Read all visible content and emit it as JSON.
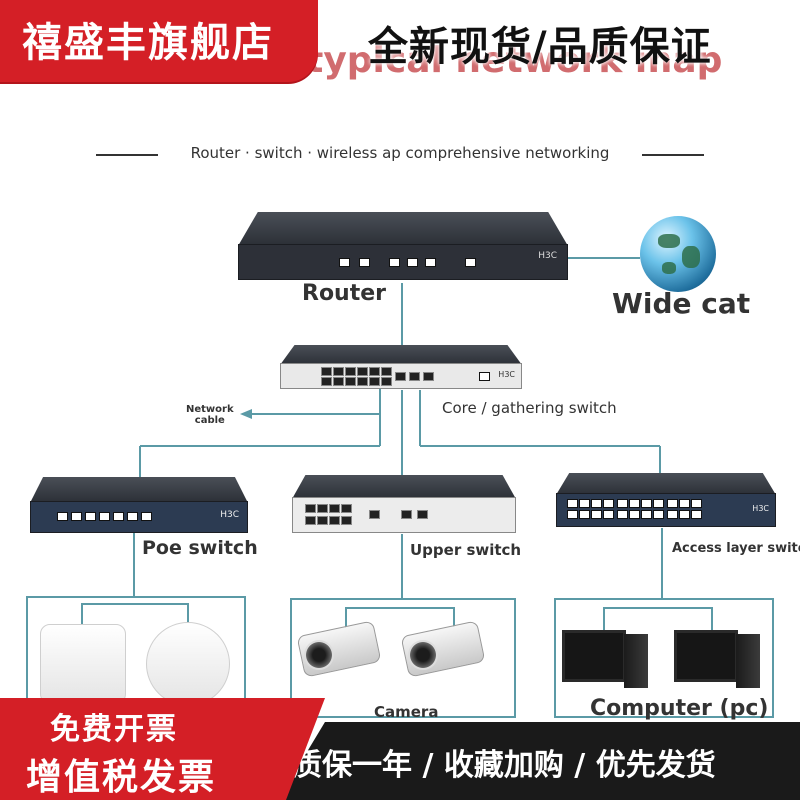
{
  "banner": {
    "store_name": "禧盛丰旗舰店",
    "slogan_top": "全新现货/品质保证",
    "ghost_title": "commercial typical network map"
  },
  "subtitle": "Router · switch · wireless ap comprehensive networking",
  "devices": {
    "router_label": "Router",
    "wan_label": "Wide cat",
    "core_label": "Core / gathering switch",
    "cable_label_1": "Network",
    "cable_label_2": "cable",
    "poe_label": "Poe switch",
    "upper_label": "Upper switch",
    "access_label": "Access layer switc",
    "camera_label": "Camera",
    "computer_label": "Computer (pc)",
    "brand": "H3C"
  },
  "footer": {
    "invoice_line1": "免费开票",
    "invoice_line2": "增值税发票",
    "slogan_bottom": "质保一年 / 收藏加购 / 优先发货"
  },
  "colors": {
    "brand_red": "#d41f26",
    "wire": "#5b9aa6",
    "footer_dark": "#1a1a1a"
  }
}
